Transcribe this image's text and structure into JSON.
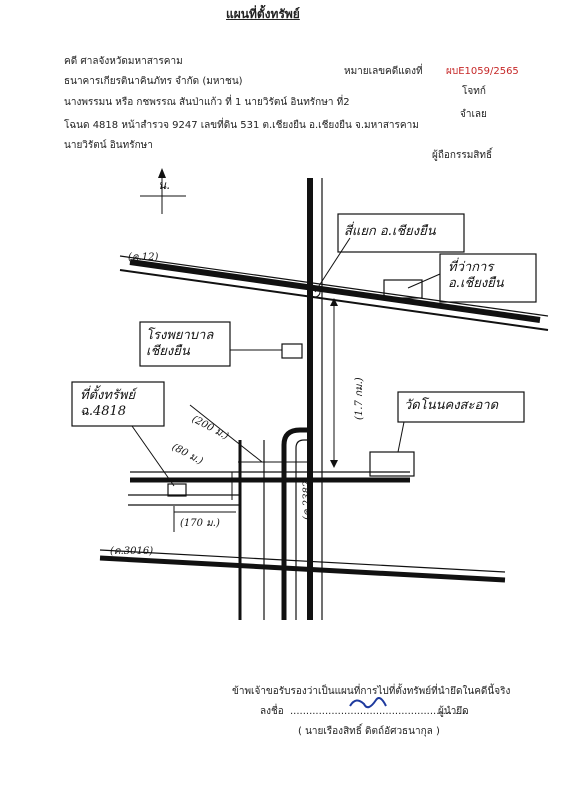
{
  "title": "แผนที่ตั้งทรัพย์",
  "case_court": "คดี ศาลจังหวัดมหาสารคาม",
  "case_number_label": "หมายเลขคดีแดงที่",
  "case_number_value": "ผบE1059/2565",
  "plaintiff_name": "ธนาคารเกียรตินาคินภัทร จำกัด (มหาชน)",
  "plaintiff_role": "โจทก์",
  "defendant_names": "นางพรรมน หรือ กชพรรณ สันป่าแก้ว ที่ 1 นายวิรัตน์ อินทรักษา ที่2",
  "defendant_role": "จำเลย",
  "deed_info": "โฉนด 4818 หน้าสำรวจ 9247 เลขที่ดิน 531 ต.เชียงยืน อ.เชียงยืน จ.มหาสารคาม",
  "owner_name": "นายวิรัตน์ อินทรักษา",
  "owner_role": "ผู้ถือกรรมสิทธิ์",
  "map": {
    "north_label": "น.",
    "road_top_label": "(ค.12)",
    "road_bottom_label": "(ค.3016)",
    "road_vertical_label": "(ค.2382)",
    "junction_label": "สี่แยก อ.เชียงยืน",
    "district_office_label": "ที่ว่าการ อ.เชียงยืน",
    "hospital_label": "โรงพยาบาล เชียงยืน",
    "property_label": "ที่ตั้งทรัพย์ ฉ.4818",
    "temple_label": "วัดโนนคงสะอาด",
    "dist_1_7km": "(1.7 กม.)",
    "dist_200m": "(200 ม.)",
    "dist_80m": "(80 ม.)",
    "dist_170m": "(170 ม.)"
  },
  "certify_text": "ข้าพเจ้าขอรับรองว่าเป็นแผนที่การไปที่ตั้งทรัพย์ที่นำยึดในคดีนี้จริง",
  "sign_prefix": "ลงชื่อ",
  "sign_suffix": "ผู้นำยึด",
  "signer_name": "( นายเรืองสิทธิ์ ดิตถ์อัศวธนากุล )"
}
